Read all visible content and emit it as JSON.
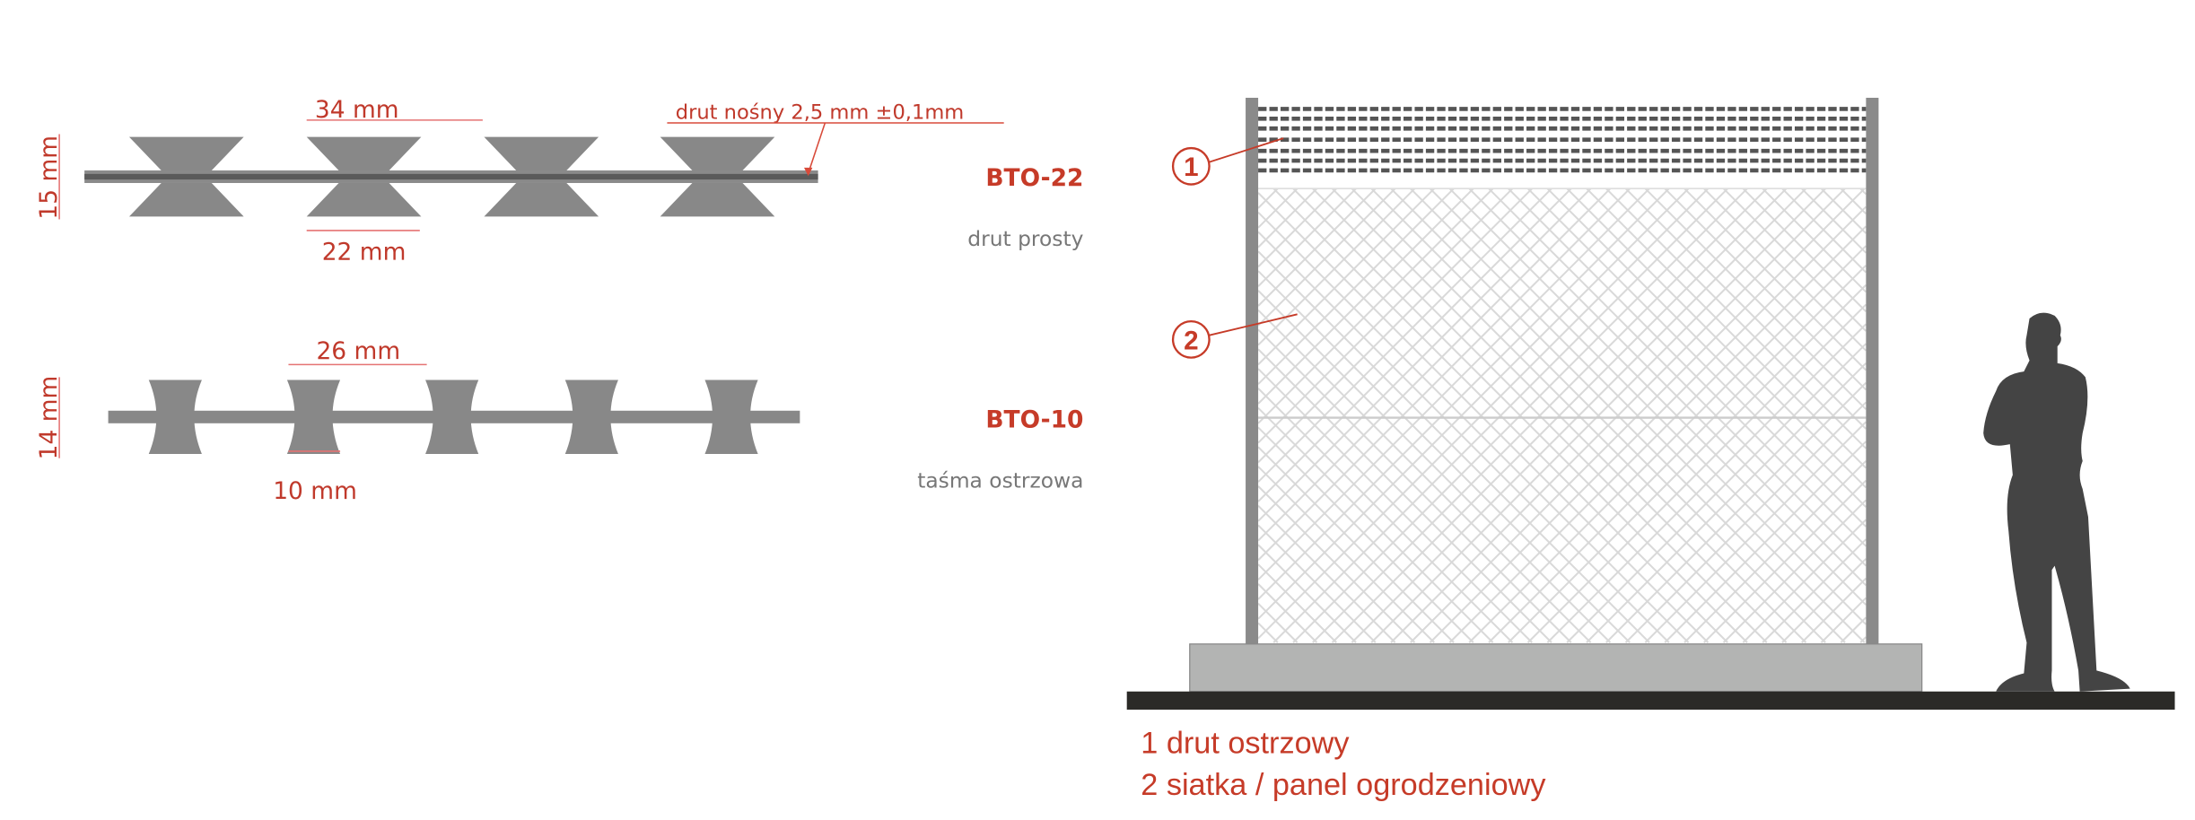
{
  "bto22": {
    "code": "BTO-22",
    "type": "drut prosty",
    "dim_pitch": "34 mm",
    "dim_barb": "22 mm",
    "dim_height": "15 mm",
    "core_wire": "drut nośny 2,5 mm ±0,1mm"
  },
  "bto10": {
    "code": "BTO-10",
    "type": "taśma ostrzowa",
    "dim_pitch": "26 mm",
    "dim_barb": "10 mm",
    "dim_height": "14 mm"
  },
  "fence": {
    "callouts": [
      "1",
      "2"
    ],
    "legend": [
      "1 drut ostrzowy",
      "2 siatka / panel ogrodzeniowy"
    ]
  },
  "colors": {
    "accent": "#c63b28",
    "barb": "#888888",
    "wire": "#5a5a5a",
    "person": "#444444"
  }
}
